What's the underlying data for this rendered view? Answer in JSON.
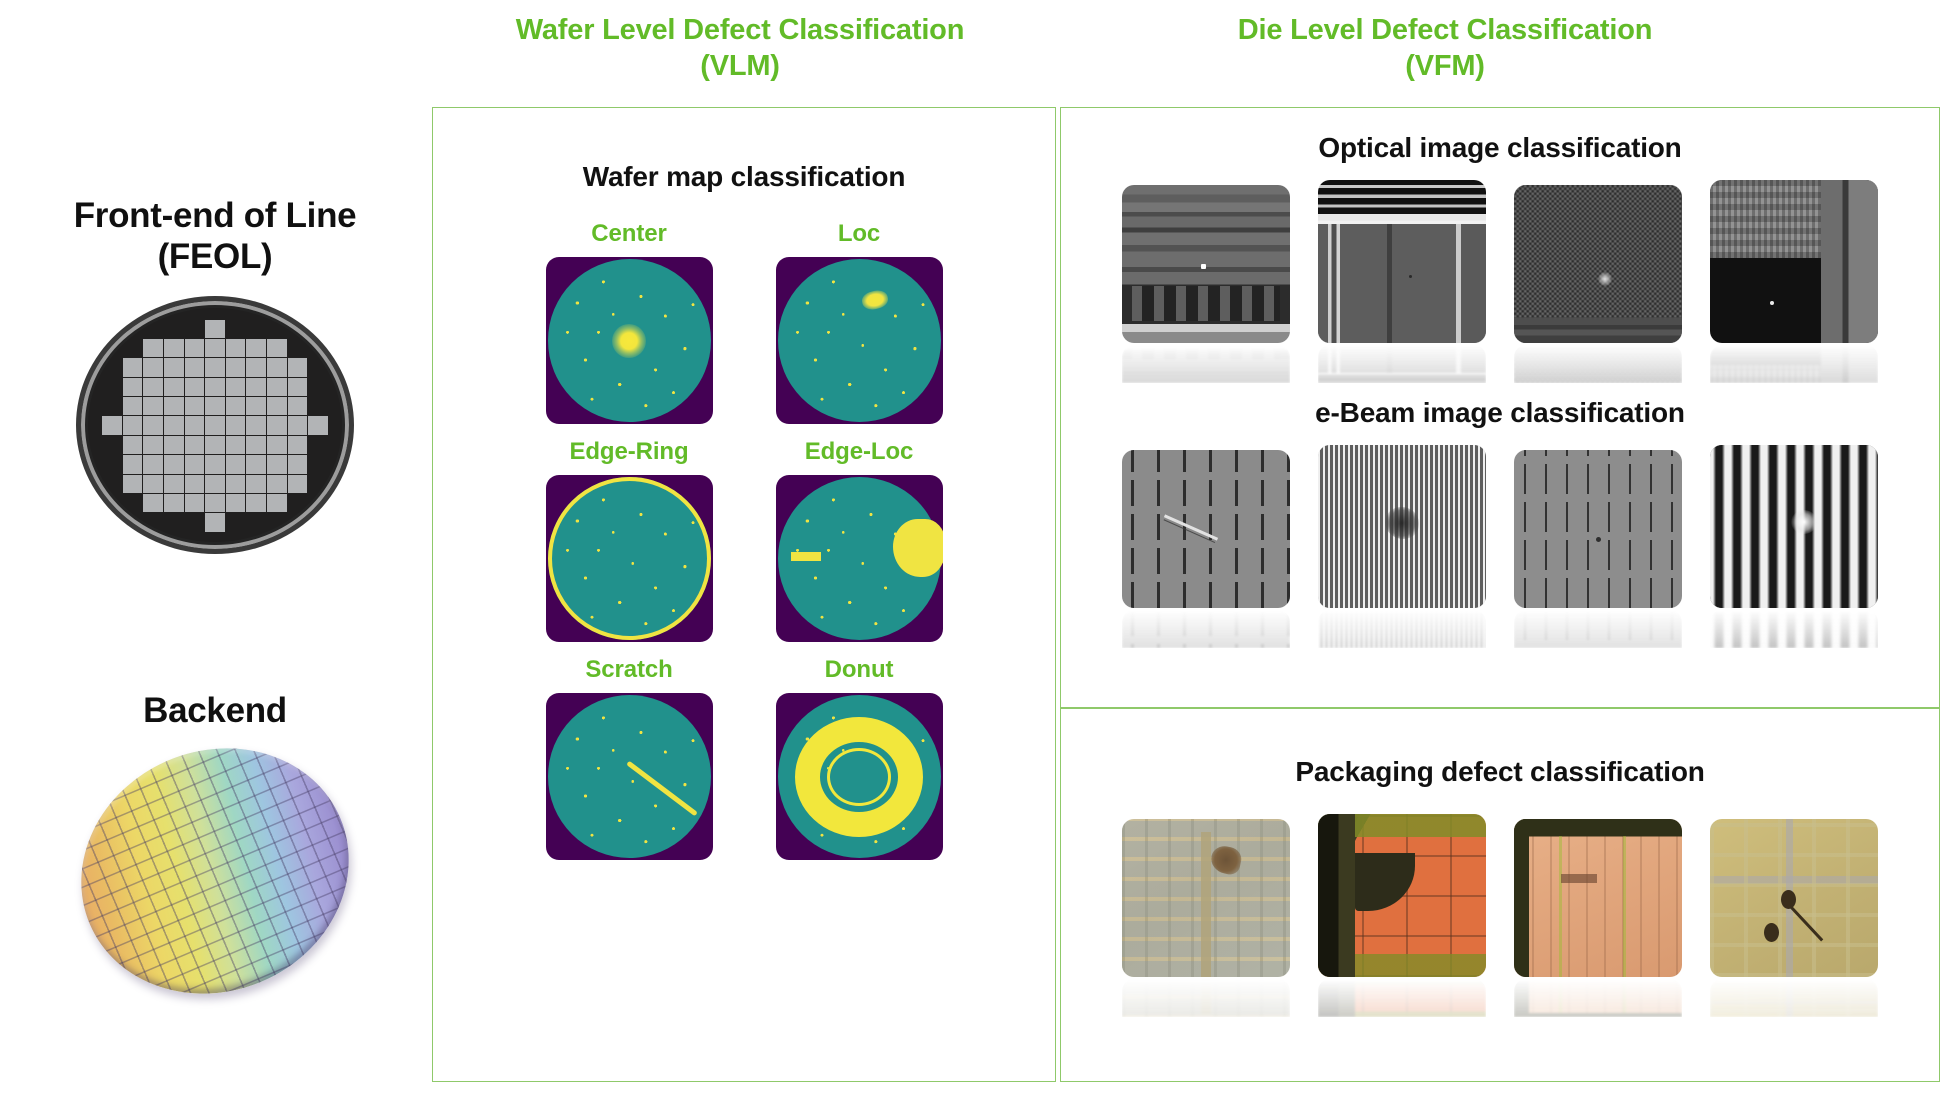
{
  "accent_green": "#62bb28",
  "panel_border": "#8fc96a",
  "left_column": {
    "stages": [
      {
        "name": "feol",
        "label": "Front-end of Line\n(FEOL)",
        "graphic": "wafer-die-map"
      },
      {
        "name": "backend",
        "label": "Backend",
        "graphic": "patterned-wafer-disc"
      }
    ]
  },
  "sections": [
    {
      "id": "vlm",
      "title": "Wafer Level Defect Classification\n(VLM)",
      "groups": [
        {
          "heading": "Wafer map classification",
          "items": [
            {
              "label": "Center",
              "pattern": "center"
            },
            {
              "label": "Loc",
              "pattern": "loc"
            },
            {
              "label": "Edge-Ring",
              "pattern": "edge-ring"
            },
            {
              "label": "Edge-Loc",
              "pattern": "edge-loc"
            },
            {
              "label": "Scratch",
              "pattern": "scratch"
            },
            {
              "label": "Donut",
              "pattern": "donut"
            }
          ],
          "colormap": {
            "background": "#440154",
            "wafer": "#21918c",
            "defect": "#f0e442"
          }
        }
      ]
    },
    {
      "id": "vfm",
      "title": "Die Level Defect Classification\n(VFM)",
      "groups": [
        {
          "heading": "Optical image classification",
          "images": [
            {
              "name": "optical-image-1",
              "desc": "horizontal layer stripes with bright particle"
            },
            {
              "name": "optical-image-2",
              "desc": "vertical line array with dark spot"
            },
            {
              "name": "optical-image-3",
              "desc": "grainy rough surface with bright blob"
            },
            {
              "name": "optical-image-4",
              "desc": "dense line pattern over dark field with particle"
            }
          ]
        },
        {
          "heading": "e-Beam image classification",
          "images": [
            {
              "name": "ebeam-image-1",
              "desc": "contact dash array with bridging scratch"
            },
            {
              "name": "ebeam-image-2",
              "desc": "fine line grating with dark residue blob"
            },
            {
              "name": "ebeam-image-3",
              "desc": "dashed line array with missing contact dot"
            },
            {
              "name": "ebeam-image-4",
              "desc": "high-contrast grating with bright void"
            }
          ]
        },
        {
          "heading": "Packaging defect classification",
          "images": [
            {
              "name": "packaging-image-1",
              "desc": "die surface with brown contamination stain"
            },
            {
              "name": "packaging-image-2",
              "desc": "die corner with delamination / chip-out"
            },
            {
              "name": "packaging-image-3",
              "desc": "die with cracked passivation and probe marks"
            },
            {
              "name": "packaging-image-4",
              "desc": "die with broken bond wire between pads"
            }
          ]
        }
      ]
    }
  ]
}
